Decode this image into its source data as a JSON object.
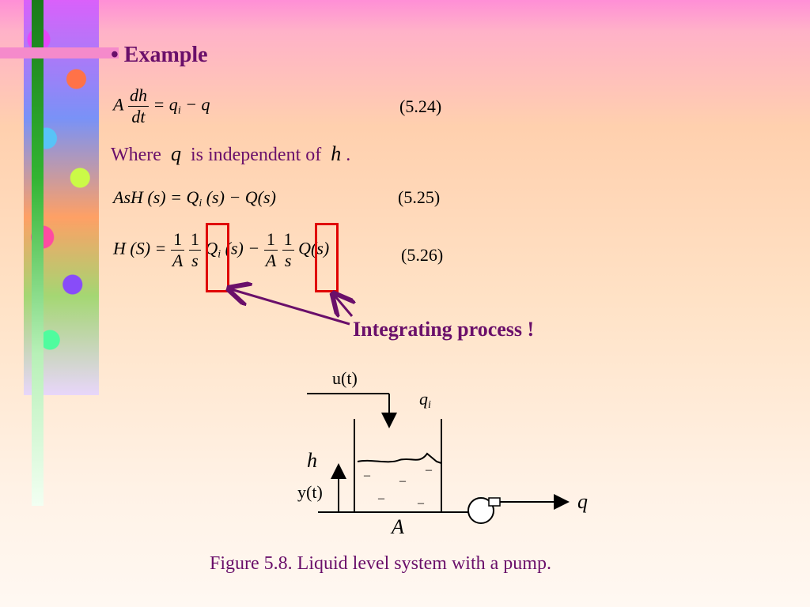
{
  "slide": {
    "title": "• Example",
    "eq1": {
      "lhs_A": "A",
      "num": "dh",
      "den": "dt",
      "rhs": "= q",
      "sub": "i",
      "rest": " − q",
      "number": "(5.24)"
    },
    "where": {
      "pre": "Where",
      "var_q": "q",
      "mid": "is independent of",
      "var_h": "h",
      "end": "."
    },
    "eq2": {
      "text": "AsH (s) = Q",
      "sub": "i",
      "rest": " (s) − Q(s)",
      "number": "(5.25)"
    },
    "eq3": {
      "lhs": "H (S) =",
      "f1_num": "1",
      "f1_den": "A",
      "f2_num": "1",
      "f2_den": "s",
      "q1": "Q",
      "q1_sub": "i",
      "q1_arg": " (s) −",
      "f3_num": "1",
      "f3_den": "A",
      "f4_num": "1",
      "f4_den": "s",
      "q2": "Q(s)",
      "number": "(5.26)"
    },
    "annotation": "Integrating process !",
    "diagram": {
      "input_label": "u(t)",
      "flow_in": "q",
      "flow_in_sub": "i",
      "level": "h",
      "output_label": "y(t)",
      "area": "A",
      "flow_out": "q",
      "minus": "–"
    },
    "caption": "Figure 5.8. Liquid level system with a pump."
  },
  "colors": {
    "title": "#6a0f6a",
    "highlight_box": "#e00000",
    "arrow": "#6a0f6a"
  }
}
